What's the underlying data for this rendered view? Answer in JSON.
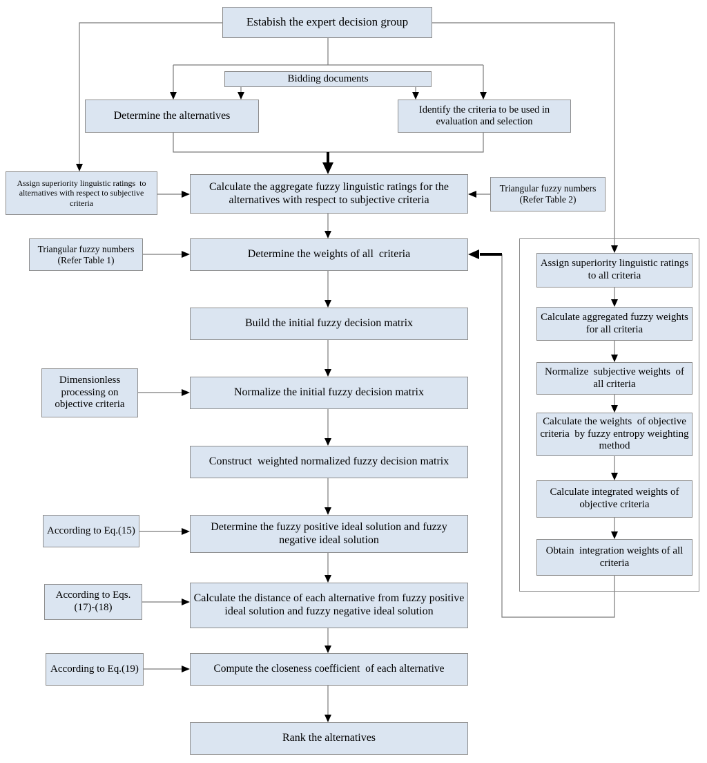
{
  "diagram": {
    "type": "flowchart",
    "colors": {
      "box_fill": "#dbe5f1",
      "box_border": "#8c8c8c",
      "connector_line": "#7a7a7a",
      "arrowhead": "#000000",
      "background": "#ffffff"
    },
    "nodes": {
      "expert_group": "Estabish the expert decision group",
      "bidding_documents": "Bidding documents",
      "determine_alternatives": "Determine the alternatives",
      "identify_criteria": "Identify the criteria to be used in evaluation and selection",
      "assign_ratings_alternatives": "Assign superiority linguistic ratings  to alternatives with respect to subjective criteria",
      "calc_aggregate_ratings": "Calculate the aggregate fuzzy linguistic ratings for the alternatives with respect to subjective criteria",
      "tfn_table2": "Triangular fuzzy numbers (Refer Table 2)",
      "tfn_table1": "Triangular fuzzy numbers (Refer Table 1)",
      "determine_weights": "Determine the weights of all  criteria",
      "build_matrix": "Build the initial fuzzy decision matrix",
      "dimensionless": "Dimensionless processing on objective criteria",
      "normalize_matrix": "Normalize the initial fuzzy decision matrix",
      "construct_matrix": "Construct  weighted normalized fuzzy decision matrix",
      "eq15": "According to Eq.(15)",
      "determine_ideal": "Determine the fuzzy positive ideal solution and fuzzy negative ideal solution",
      "eq17_18": "According to Eqs.(17)-(18)",
      "calc_distance": "Calculate the distance of each alternative from fuzzy positive ideal solution and fuzzy negative ideal solution",
      "eq19": "According to Eq.(19)",
      "compute_cc": "Compute the closeness coefficient  of each alternative",
      "rank": "Rank the alternatives",
      "right_panel": {
        "assign_ratings_criteria": "Assign superiority linguistic ratings to all criteria",
        "calc_aggregated_weights": "Calculate aggregated fuzzy weights for all criteria",
        "normalize_subjective": "Normalize  subjective weights  of all criteria",
        "calc_objective_weights": "Calculate the weights  of objective criteria  by fuzzy entropy weighting method",
        "calc_integrated_weights": "Calculate integrated weights of  objective criteria",
        "obtain_integration_weights": "Obtain  integration weights of all  criteria"
      }
    }
  }
}
